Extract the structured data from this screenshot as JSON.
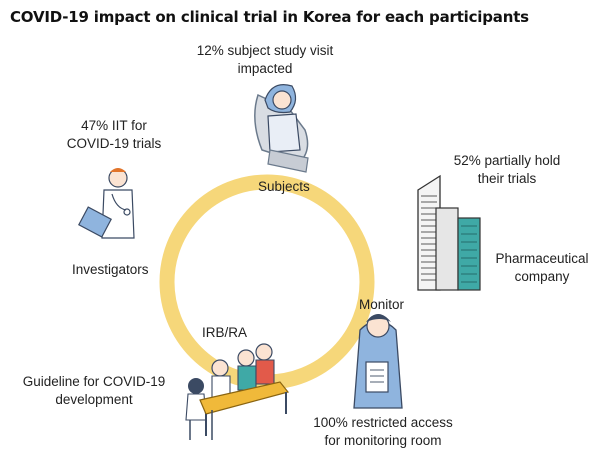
{
  "title": "COVID-19 impact on clinical trial in Korea for each participants",
  "participants": {
    "subjects": {
      "role": "Subjects",
      "stat_line1": "12% subject study visit",
      "stat_line2": "impacted"
    },
    "pharma": {
      "role_line1": "Pharmaceutical",
      "role_line2": "company",
      "stat_line1": "52% partially hold",
      "stat_line2": "their trials"
    },
    "monitor": {
      "role": "Monitor",
      "stat_line1": "100% restricted access",
      "stat_line2": "for monitoring room"
    },
    "irb": {
      "role": "IRB/RA",
      "stat_line1": "Guideline for COVID-19",
      "stat_line2": "development"
    },
    "investigators": {
      "role": "Investigators",
      "stat_line1": "47% IIT for",
      "stat_line2": "COVID-19 trials"
    }
  },
  "colors": {
    "ring": "#f6d77a",
    "building_teal": "#3fa9a6",
    "figure_blue": "#8fb4de",
    "table": "#f0b93a"
  }
}
